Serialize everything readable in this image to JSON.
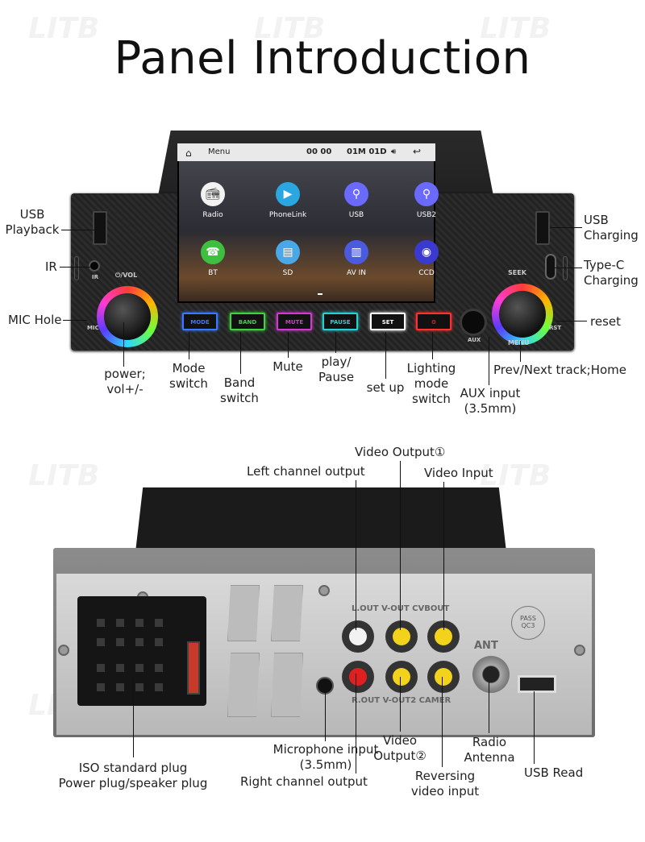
{
  "title": "Panel Introduction",
  "watermark": "LITB",
  "screen": {
    "status": {
      "menu": "Menu",
      "clock": "00 00",
      "date": "01M 01D"
    },
    "apps": [
      {
        "label": "Radio",
        "color": "#f2f2f2",
        "icon": "radio-icon"
      },
      {
        "label": "PhoneLink",
        "color": "#2aa7e0",
        "icon": "play-icon"
      },
      {
        "label": "USB",
        "color": "#6a6aff",
        "icon": "usb-icon"
      },
      {
        "label": "USB2",
        "color": "#6a6aff",
        "icon": "usb-icon"
      },
      {
        "label": "BT",
        "color": "#3fbf3f",
        "icon": "phone-icon"
      },
      {
        "label": "SD",
        "color": "#4aa8e8",
        "icon": "sd-card-icon"
      },
      {
        "label": "AV IN",
        "color": "#4a5be0",
        "icon": "av-in-icon"
      },
      {
        "label": "CCD",
        "color": "#3a3ad0",
        "icon": "camera-icon"
      }
    ]
  },
  "buttons": [
    {
      "text": "MODE",
      "color": "#3a78ff"
    },
    {
      "text": "BAND",
      "color": "#3fd23f"
    },
    {
      "text": "MUTE",
      "color": "#d03ad0"
    },
    {
      "text": "PAUSE",
      "color": "#2ad0d0"
    },
    {
      "text": "SET",
      "color": "#ffffff"
    },
    {
      "text": "⚙",
      "color": "#ff3030"
    }
  ],
  "panel_marks": {
    "vol": "⏻/VOL",
    "seek": "SEEK",
    "menu": "MENU",
    "ir": "IR",
    "mic": "MIC",
    "rst": "RST",
    "aux": "AUX"
  },
  "front_labels": {
    "usb_playback": "USB\nPlayback",
    "ir": "IR",
    "mic_hole": "MIC Hole",
    "power": "power;\nvol+/-",
    "mode_switch": "Mode\nswitch",
    "band_switch": "Band\nswitch",
    "mute": "Mute",
    "play_pause": "play/\nPause",
    "set_up": "set up",
    "lighting": "Lighting\nmode\nswitch",
    "aux_input": "AUX input\n(3.5mm)",
    "prev_next": "Prev/Next track;Home",
    "usb_charging": "USB\nCharging",
    "typec_charging": "Type-C\nCharging",
    "reset": "reset"
  },
  "back_marks": {
    "top_row": "L.OUT  V-OUT  CVBOUT",
    "bottom_row": "R.OUT  V-OUT2  CAMER",
    "ant": "ANT",
    "pass": "PASS\nQC3"
  },
  "back_labels": {
    "video_output_1": "Video Output①",
    "left_channel_output": "Left channel output",
    "video_input": "Video Input",
    "iso_plug": "ISO standard plug\nPower plug/speaker plug",
    "mic_input": "Microphone input\n(3.5mm)",
    "right_channel_output": "Right channel output",
    "video_output_2": "Video\nOutput②",
    "reversing_input": "Reversing\nvideo input",
    "radio_antenna": "Radio\nAntenna",
    "usb_read": "USB Read"
  }
}
